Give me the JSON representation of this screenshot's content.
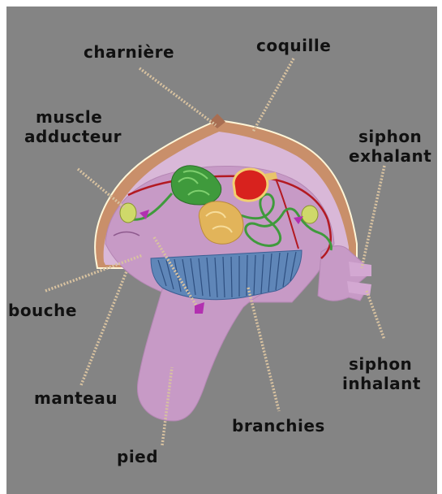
{
  "labels": {
    "charniere": "charnière",
    "coquille": "coquille",
    "muscle_adducteur_line1": "muscle",
    "muscle_adducteur_line2": "adducteur",
    "siphon_exhalant_line1": "siphon",
    "siphon_exhalant_line2": "exhalant",
    "bouche": "bouche",
    "manteau": "manteau",
    "siphon_inhalant_line1": "siphon",
    "siphon_inhalant_line2": "inhalant",
    "branchies": "branchies",
    "pied": "pied"
  },
  "colors": {
    "background": "#848484",
    "frame": "#ffffff",
    "shell": "#c98f6a",
    "mantle": "#d9b8d8",
    "body": "#c79ac6",
    "gills": "#5f86b8",
    "digestive_gland": "#3f9a3c",
    "heart": "#d8221e",
    "gonad": "#e2b45a",
    "muscle": "#cfd96a",
    "vessel": "#b31a22",
    "pointer_line": "#d8c2a0"
  }
}
